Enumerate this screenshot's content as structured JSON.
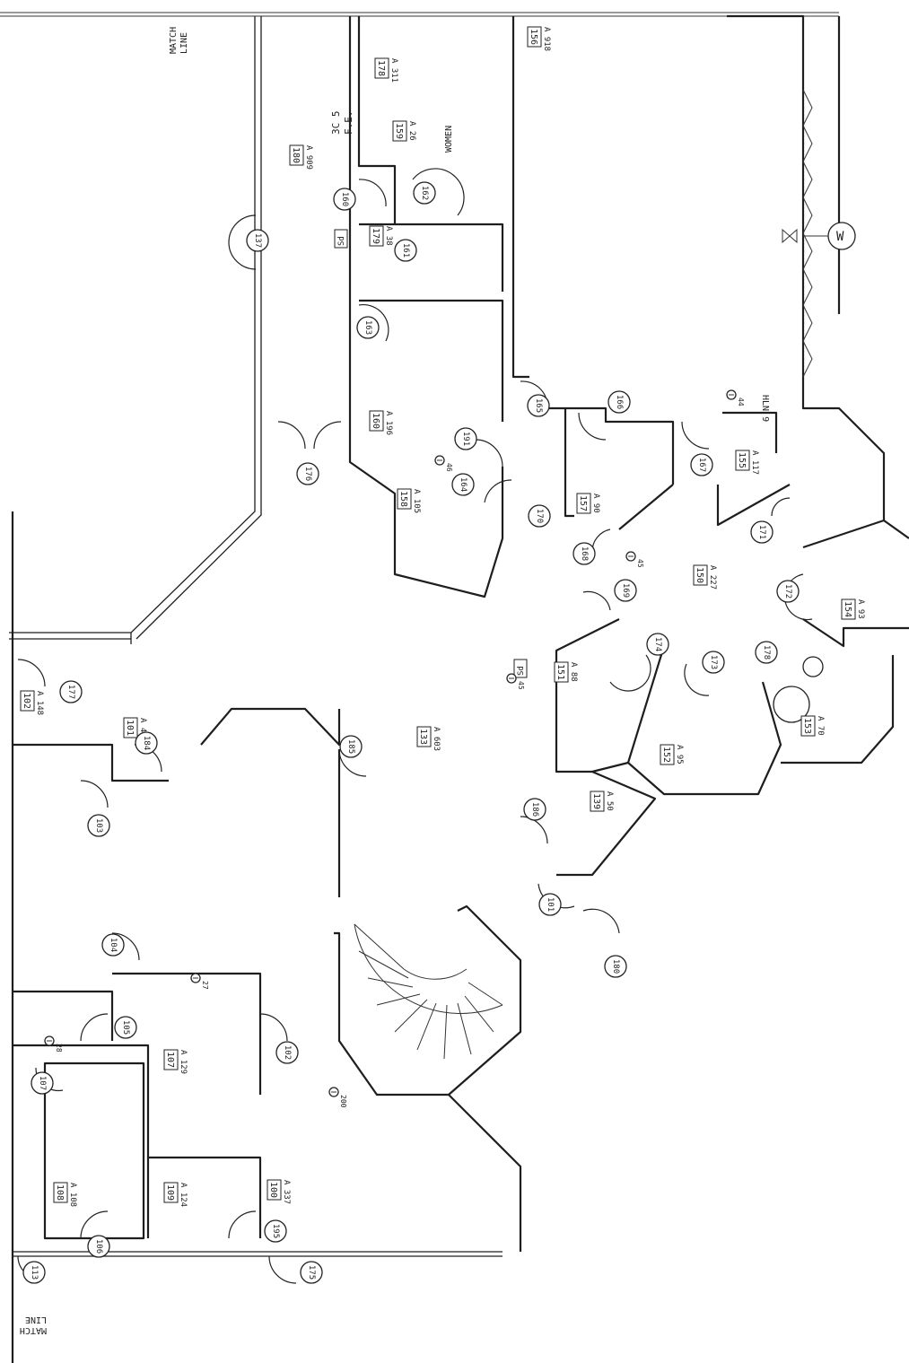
{
  "drawing": {
    "match_line_top": [
      "MATCH",
      "LINE"
    ],
    "match_line_bottom": [
      "MATCH",
      "LINE"
    ],
    "women": "WOMEN",
    "fe_label": [
      "3C 5",
      "F.E."
    ],
    "hln": "HLN 9",
    "sd": "Sd",
    "w": "W"
  },
  "rooms": [
    {
      "num": "178",
      "area": "A 311"
    },
    {
      "num": "156",
      "area": "A 918"
    },
    {
      "num": "180",
      "area": "A 909"
    },
    {
      "num": "159",
      "area": "A 26"
    },
    {
      "num": "179",
      "area": "A 38"
    },
    {
      "num": "160",
      "area": "A 196"
    },
    {
      "num": "158",
      "area": "A 105"
    },
    {
      "num": "157",
      "area": "A 90"
    },
    {
      "num": "155",
      "area": "A 117"
    },
    {
      "num": "150",
      "area": "A 227"
    },
    {
      "num": "154",
      "area": "A 93"
    },
    {
      "num": "151",
      "area": "A 88"
    },
    {
      "num": "153",
      "area": "A 70"
    },
    {
      "num": "152",
      "area": "A 95"
    },
    {
      "num": "133",
      "area": "A 603"
    },
    {
      "num": "139",
      "area": "A 50"
    },
    {
      "num": "102",
      "area": "A 148"
    },
    {
      "num": "101",
      "area": "A 489"
    },
    {
      "num": "107",
      "area": "A 129"
    },
    {
      "num": "108",
      "area": "A 108"
    },
    {
      "num": "109",
      "area": "A 124"
    },
    {
      "num": "100",
      "area": "A 337"
    }
  ],
  "doors": [
    "137",
    "160",
    "162",
    "161",
    "163",
    "176",
    "191",
    "165",
    "166",
    "164",
    "170",
    "167",
    "168",
    "169",
    "171",
    "172",
    "174",
    "173",
    "178",
    "177",
    "184",
    "103",
    "185",
    "186",
    "101",
    "180",
    "104",
    "105",
    "107",
    "102",
    "106",
    "113",
    "195",
    "175"
  ],
  "markers": [
    {
      "label": "44"
    },
    {
      "label": "45"
    },
    {
      "label": "45"
    },
    {
      "label": "27"
    },
    {
      "label": "28"
    },
    {
      "label": "200"
    },
    {
      "label": "46"
    }
  ]
}
